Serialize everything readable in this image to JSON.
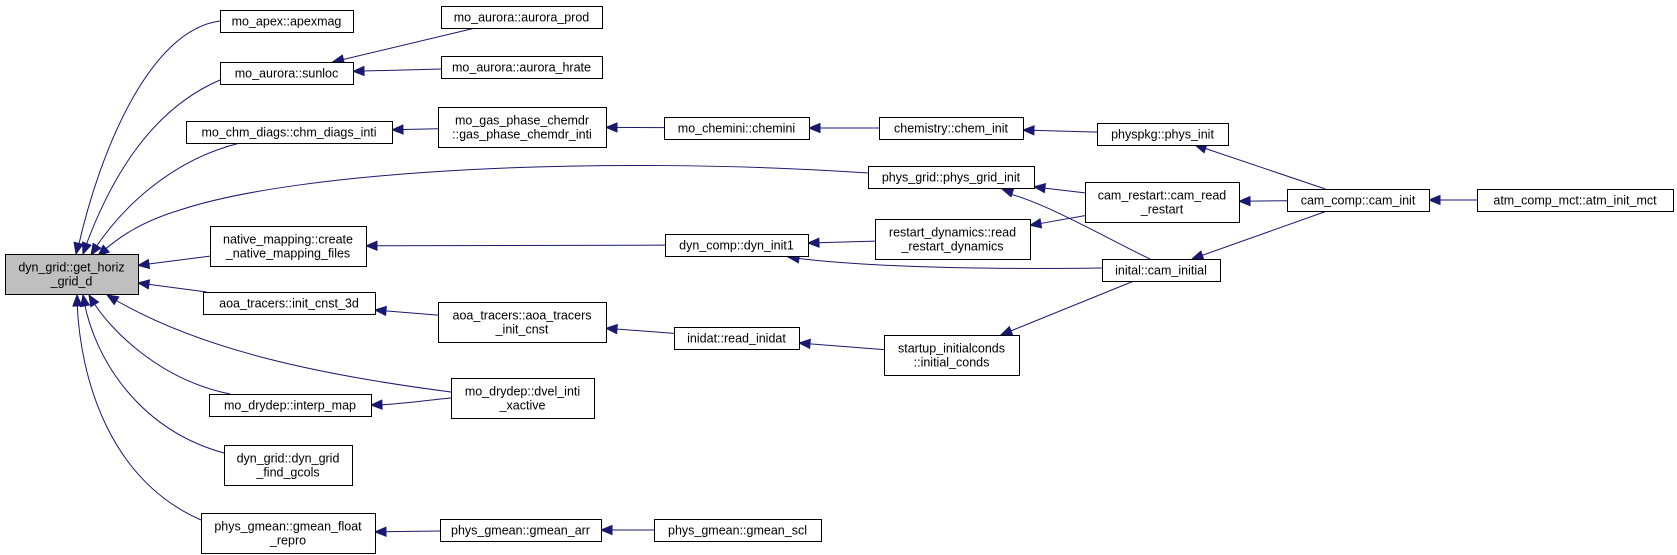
{
  "graph": {
    "title": "",
    "colors": {
      "edge": "#191970",
      "root_fill": "#bfbfbf",
      "node_fill": "#ffffff",
      "border": "#000000"
    },
    "nodes": [
      {
        "id": "root",
        "lines": [
          "dyn_grid::get_horiz",
          "_grid_d"
        ],
        "root": true
      },
      {
        "id": "apexmag",
        "lines": [
          "mo_apex::apexmag"
        ]
      },
      {
        "id": "sunloc",
        "lines": [
          "mo_aurora::sunloc"
        ]
      },
      {
        "id": "aurora_prod",
        "lines": [
          "mo_aurora::aurora_prod"
        ]
      },
      {
        "id": "aurora_hrate",
        "lines": [
          "mo_aurora::aurora_hrate"
        ]
      },
      {
        "id": "chm_diags_inti",
        "lines": [
          "mo_chm_diags::chm_diags_inti"
        ]
      },
      {
        "id": "gas_phase",
        "lines": [
          "mo_gas_phase_chemdr",
          "::gas_phase_chemdr_inti"
        ]
      },
      {
        "id": "chemini",
        "lines": [
          "mo_chemini::chemini"
        ]
      },
      {
        "id": "chem_init",
        "lines": [
          "chemistry::chem_init"
        ]
      },
      {
        "id": "phys_init",
        "lines": [
          "physpkg::phys_init"
        ]
      },
      {
        "id": "phys_grid_init",
        "lines": [
          "phys_grid::phys_grid_init"
        ]
      },
      {
        "id": "cam_read_restart",
        "lines": [
          "cam_restart::cam_read",
          "_restart"
        ]
      },
      {
        "id": "cam_init",
        "lines": [
          "cam_comp::cam_init"
        ]
      },
      {
        "id": "atm_init_mct",
        "lines": [
          "atm_comp_mct::atm_init_mct"
        ]
      },
      {
        "id": "native_mapping",
        "lines": [
          "native_mapping::create",
          "_native_mapping_files"
        ]
      },
      {
        "id": "dyn_init1",
        "lines": [
          "dyn_comp::dyn_init1"
        ]
      },
      {
        "id": "read_restart_dynamics",
        "lines": [
          "restart_dynamics::read",
          "_restart_dynamics"
        ]
      },
      {
        "id": "cam_initial",
        "lines": [
          "inital::cam_initial"
        ]
      },
      {
        "id": "init_cnst_3d",
        "lines": [
          "aoa_tracers::init_cnst_3d"
        ]
      },
      {
        "id": "aoa_init_cnst",
        "lines": [
          "aoa_tracers::aoa_tracers",
          "_init_cnst"
        ]
      },
      {
        "id": "read_inidat",
        "lines": [
          "inidat::read_inidat"
        ]
      },
      {
        "id": "initial_conds",
        "lines": [
          "startup_initialconds",
          "::initial_conds"
        ]
      },
      {
        "id": "interp_map",
        "lines": [
          "mo_drydep::interp_map"
        ]
      },
      {
        "id": "dvel_inti",
        "lines": [
          "mo_drydep::dvel_inti",
          "_xactive"
        ]
      },
      {
        "id": "dyn_grid_find_gcols",
        "lines": [
          "dyn_grid::dyn_grid",
          "_find_gcols"
        ]
      },
      {
        "id": "gmean_float_repro",
        "lines": [
          "phys_gmean::gmean_float",
          "_repro"
        ]
      },
      {
        "id": "gmean_arr",
        "lines": [
          "phys_gmean::gmean_arr"
        ]
      },
      {
        "id": "gmean_scl",
        "lines": [
          "phys_gmean::gmean_scl"
        ]
      }
    ],
    "edges": [
      {
        "from": "apexmag",
        "to": "root"
      },
      {
        "from": "sunloc",
        "to": "root"
      },
      {
        "from": "aurora_prod",
        "to": "sunloc"
      },
      {
        "from": "aurora_hrate",
        "to": "sunloc"
      },
      {
        "from": "chm_diags_inti",
        "to": "root"
      },
      {
        "from": "gas_phase",
        "to": "chm_diags_inti"
      },
      {
        "from": "chemini",
        "to": "gas_phase"
      },
      {
        "from": "chem_init",
        "to": "chemini"
      },
      {
        "from": "phys_init",
        "to": "chem_init"
      },
      {
        "from": "cam_init",
        "to": "phys_init"
      },
      {
        "from": "atm_init_mct",
        "to": "cam_init"
      },
      {
        "from": "phys_grid_init",
        "to": "root"
      },
      {
        "from": "cam_read_restart",
        "to": "phys_grid_init"
      },
      {
        "from": "cam_initial",
        "to": "phys_grid_init"
      },
      {
        "from": "cam_init",
        "to": "cam_read_restart"
      },
      {
        "from": "cam_init",
        "to": "cam_initial"
      },
      {
        "from": "native_mapping",
        "to": "root"
      },
      {
        "from": "dyn_init1",
        "to": "native_mapping"
      },
      {
        "from": "read_restart_dynamics",
        "to": "dyn_init1"
      },
      {
        "from": "cam_initial",
        "to": "dyn_init1"
      },
      {
        "from": "cam_read_restart",
        "to": "read_restart_dynamics"
      },
      {
        "from": "init_cnst_3d",
        "to": "root"
      },
      {
        "from": "aoa_init_cnst",
        "to": "init_cnst_3d"
      },
      {
        "from": "read_inidat",
        "to": "aoa_init_cnst"
      },
      {
        "from": "initial_conds",
        "to": "read_inidat"
      },
      {
        "from": "cam_initial",
        "to": "initial_conds"
      },
      {
        "from": "interp_map",
        "to": "root"
      },
      {
        "from": "dvel_inti",
        "to": "interp_map"
      },
      {
        "from": "dvel_inti",
        "to": "root"
      },
      {
        "from": "dyn_grid_find_gcols",
        "to": "root"
      },
      {
        "from": "gmean_float_repro",
        "to": "root"
      },
      {
        "from": "gmean_arr",
        "to": "gmean_float_repro"
      },
      {
        "from": "gmean_scl",
        "to": "gmean_arr"
      }
    ]
  }
}
